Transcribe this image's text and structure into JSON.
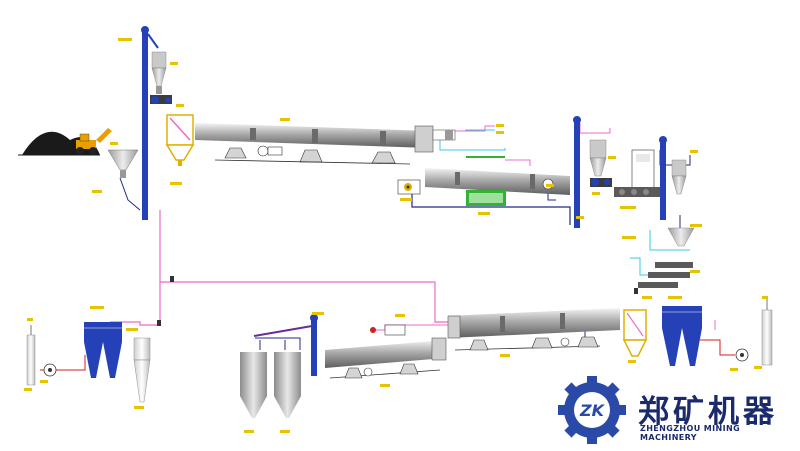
{
  "brand": {
    "name_cn": "郑矿机器",
    "name_en": "ZHENGZHOU MINING MACHINERY",
    "logo_text": "ZK",
    "color_primary": "#1a2a6c",
    "color_logo": "#2b4aa8"
  },
  "colors": {
    "equipment_blue": "#2541b8",
    "kiln_gray": "#9a9a9a",
    "pipe_pink": "#e86cc8",
    "pipe_red": "#d02020",
    "pipe_cyan": "#3cc7e0",
    "pipe_navy": "#1f2a8a",
    "belt_green": "#33b233",
    "hopper_gray": "#b5b5b5",
    "tag_yellow": "#e6c300",
    "loader_orange": "#e8a000"
  }
}
